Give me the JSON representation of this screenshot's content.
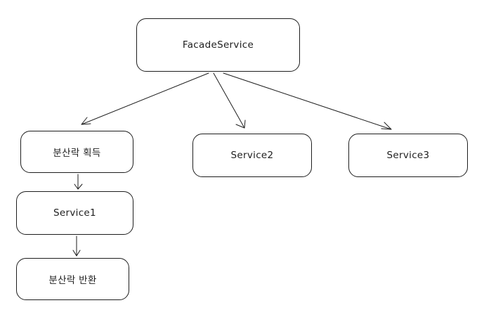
{
  "diagram": {
    "nodes": {
      "facade": "FacadeService",
      "lock_acquire": "분산락 획득",
      "service1": "Service1",
      "lock_release": "분산락 반환",
      "service2": "Service2",
      "service3": "Service3"
    },
    "edges": [
      {
        "from": "FacadeService",
        "to": "분산락 획득"
      },
      {
        "from": "FacadeService",
        "to": "Service2"
      },
      {
        "from": "FacadeService",
        "to": "Service3"
      },
      {
        "from": "분산락 획득",
        "to": "Service1"
      },
      {
        "from": "Service1",
        "to": "분산락 반환"
      }
    ],
    "colors": {
      "stroke": "#1e1e1e",
      "background": "#ffffff"
    }
  }
}
